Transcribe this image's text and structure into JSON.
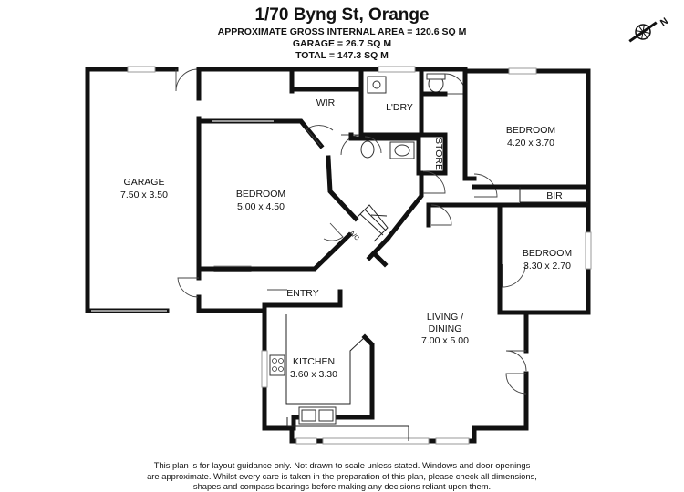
{
  "header": {
    "title": "1/70 Byng St, Orange",
    "gross_area": "APPROXIMATE GROSS INTERNAL AREA = 120.6 SQ M",
    "garage_area": "GARAGE = 26.7 SQ M",
    "total_area": "TOTAL = 147.3 SQ M"
  },
  "rooms": {
    "garage": {
      "name": "GARAGE",
      "dims": "7.50 x 3.50"
    },
    "bedroom_main": {
      "name": "BEDROOM",
      "dims": "5.00 x 4.50"
    },
    "wir": {
      "name": "WIR"
    },
    "laundry": {
      "name": "L'DRY"
    },
    "bedroom_2": {
      "name": "BEDROOM",
      "dims": "4.20 x 3.70"
    },
    "bir": {
      "name": "BIR"
    },
    "store": {
      "name": "STORE"
    },
    "bedroom_3": {
      "name": "BEDROOM",
      "dims": "3.30 x 2.70"
    },
    "entry": {
      "name": "ENTRY"
    },
    "living": {
      "name": "LIVING /",
      "name2": "DINING",
      "dims": "7.00 x 5.00"
    },
    "kitchen": {
      "name": "KITCHEN",
      "dims": "3.60 x 3.30"
    },
    "ac": {
      "name": "A/C"
    }
  },
  "compass": {
    "icon": "compass-north-icon",
    "label": "N"
  },
  "disclaimer": {
    "line1": "This plan is for layout guidance only. Not drawn to scale unless stated. Windows and door openings",
    "line2": "are approximate. Whilst every care is taken in the preparation of this plan, please check all dimensions,",
    "line3": "shapes and compass bearings before making any decisions reliant upon them."
  }
}
